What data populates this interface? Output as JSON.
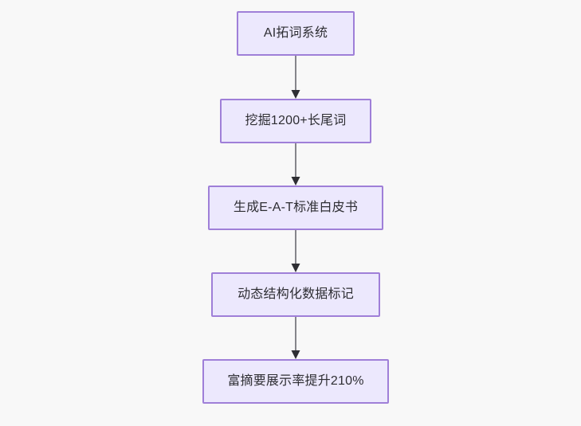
{
  "diagram": {
    "title_text": "",
    "background_color": "#f8f8f8",
    "node_fill_color": "#ece8fd",
    "node_border_color": "#9f7fd8",
    "node_text_color": "#2e2e33",
    "edge_color": "#86868b",
    "arrowhead_color": "#2e2e33",
    "direction": "top-to-bottom",
    "nodes": [
      {
        "id": "n0",
        "label": "AI拓词系统"
      },
      {
        "id": "n1",
        "label": "挖掘1200+长尾词"
      },
      {
        "id": "n2",
        "label": "生成E-A-T标准白皮书"
      },
      {
        "id": "n3",
        "label": "动态结构化数据标记"
      },
      {
        "id": "n4",
        "label": "富摘要展示率提升210%"
      }
    ],
    "edges": [
      {
        "from": "n0",
        "to": "n1",
        "label": ""
      },
      {
        "from": "n1",
        "to": "n2",
        "label": ""
      },
      {
        "from": "n2",
        "to": "n3",
        "label": ""
      },
      {
        "from": "n3",
        "to": "n4",
        "label": ""
      }
    ]
  }
}
